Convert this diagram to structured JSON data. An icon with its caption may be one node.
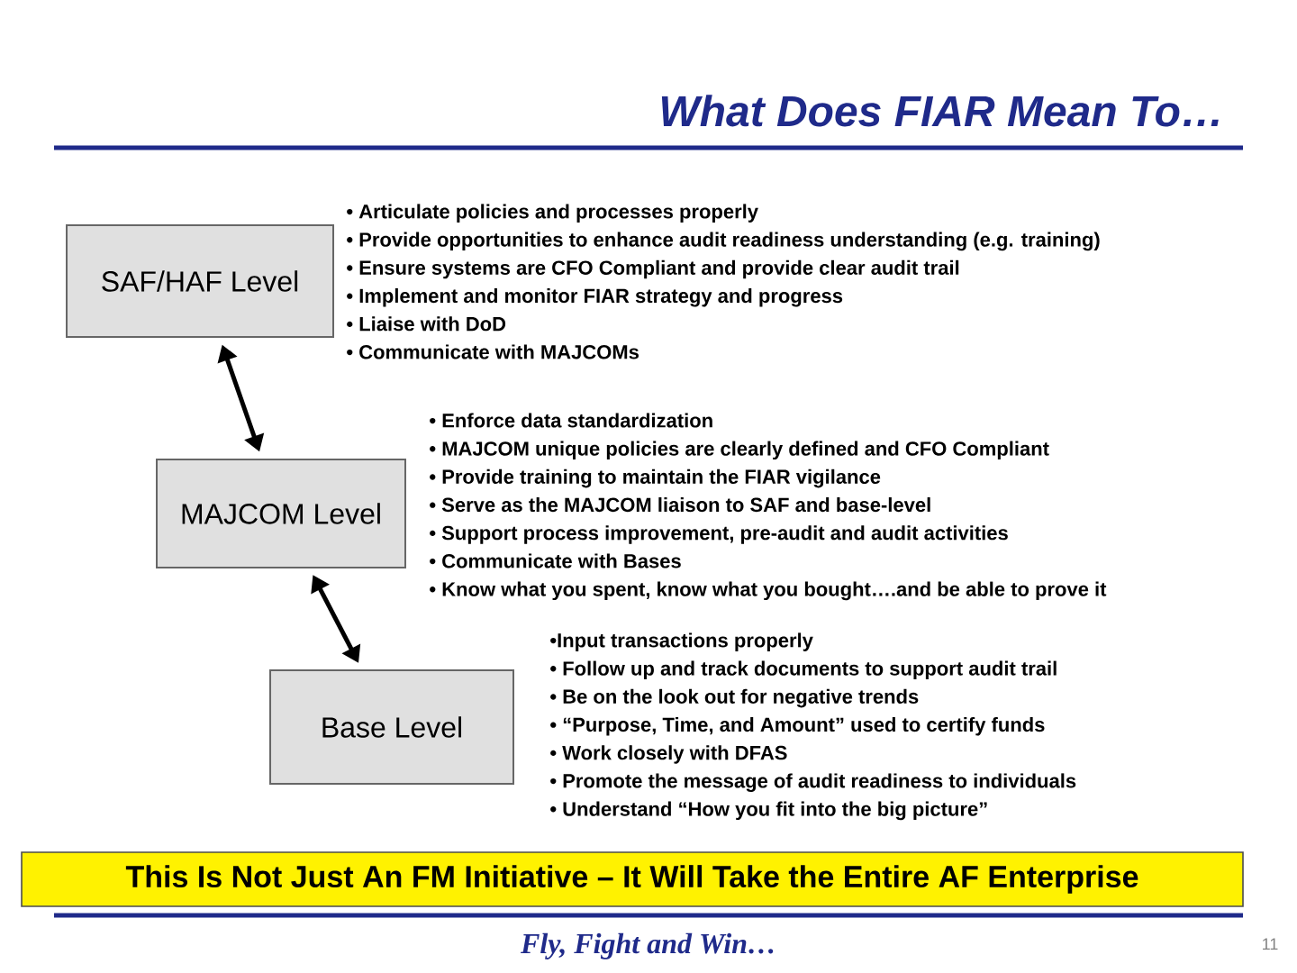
{
  "diagram": {
    "title": "What Does FIAR Mean To…",
    "nodes": [
      {
        "text": [
          "SAF/HAF Level"
        ],
        "beside": [
          "• Articulate policies and processes properly",
          "• Provide opportunities to enhance audit readiness understanding (e.g. training)",
          "• Ensure systems are CFO Compliant and provide clear audit trail",
          "• Implement and monitor FIAR strategy and progress",
          "• Liaise with DoD",
          "• Communicate with MAJCOMs"
        ]
      },
      {
        "text": [
          "MAJCOM Level"
        ],
        "beside": [
          "• Enforce data standardization",
          "• MAJCOM unique policies are clearly defined and CFO Compliant",
          "• Provide training to maintain the FIAR vigilance",
          "• Serve as the MAJCOM liaison to SAF and base-level",
          "• Support process improvement, pre-audit and audit activities",
          "• Communicate with Bases",
          "• Know what you spent, know what you bought….and be able to prove it"
        ]
      },
      {
        "text": [
          "Base Level"
        ],
        "beside": [
          "•Input transactions properly",
          "• Follow up and track documents to support audit trail",
          "• Be on the look out for negative trends",
          "• “Purpose, Time, and Amount” used to certify funds",
          "• Work closely with DFAS",
          "• Promote the message of audit readiness to individuals",
          "• Understand “How you fit into the big picture”"
        ]
      },
      {
        "text": [
          "This Is Not Just An FM Initiative – It Will Take the Entire AF Enterprise"
        ]
      }
    ],
    "edges": [
      {
        "from": 0,
        "to": 1,
        "arrow": "both"
      },
      {
        "from": 1,
        "to": 2,
        "arrow": "both"
      }
    ],
    "labels": [
      "Fly, Fight and Win…",
      "11"
    ]
  }
}
